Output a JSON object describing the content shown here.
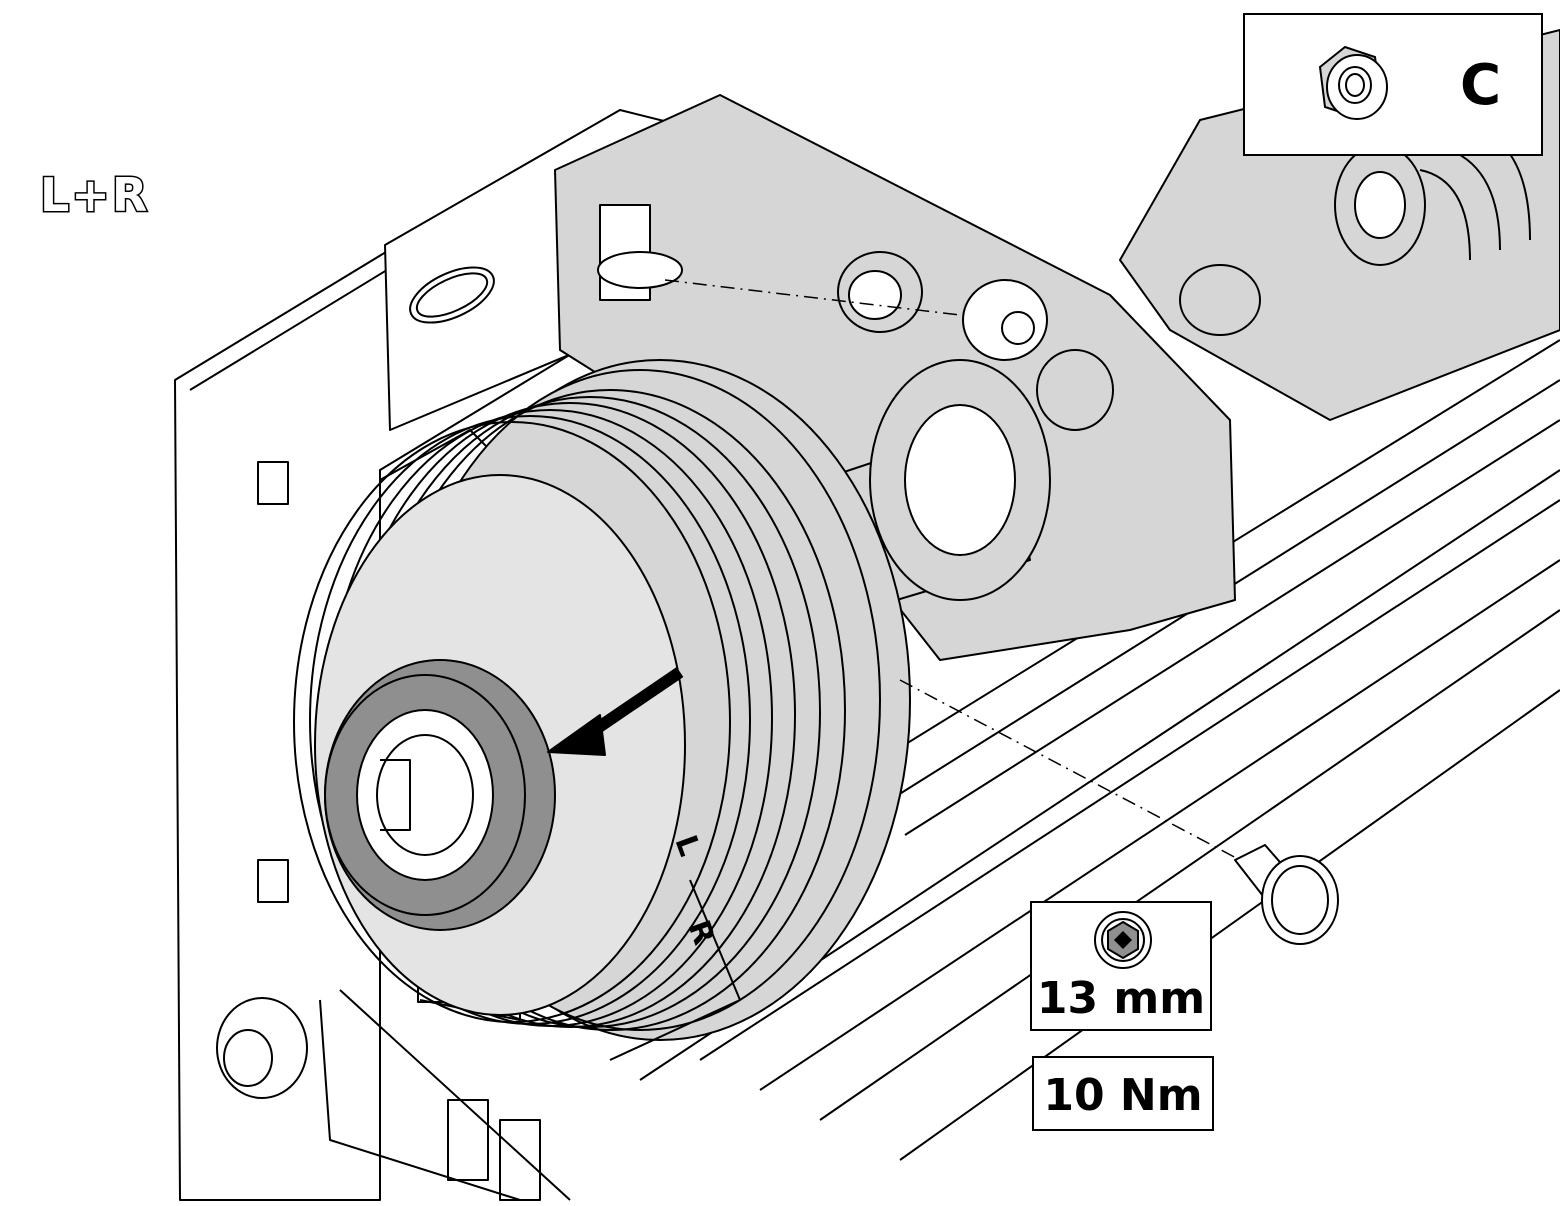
{
  "side_label": "L+R",
  "part_callout": {
    "letter": "C",
    "icon": "flange-nut-icon"
  },
  "tool_callout": {
    "icon": "hex-socket-icon",
    "size": "13 mm"
  },
  "torque_callout": {
    "value": "10 Nm"
  },
  "drum_markings": {
    "left_arrow": "L",
    "right_arrow": "R"
  },
  "colors": {
    "part_fill": "#d6d6d6",
    "collar_fill": "#8f8f8f",
    "line": "#000000",
    "background": "#ffffff"
  }
}
